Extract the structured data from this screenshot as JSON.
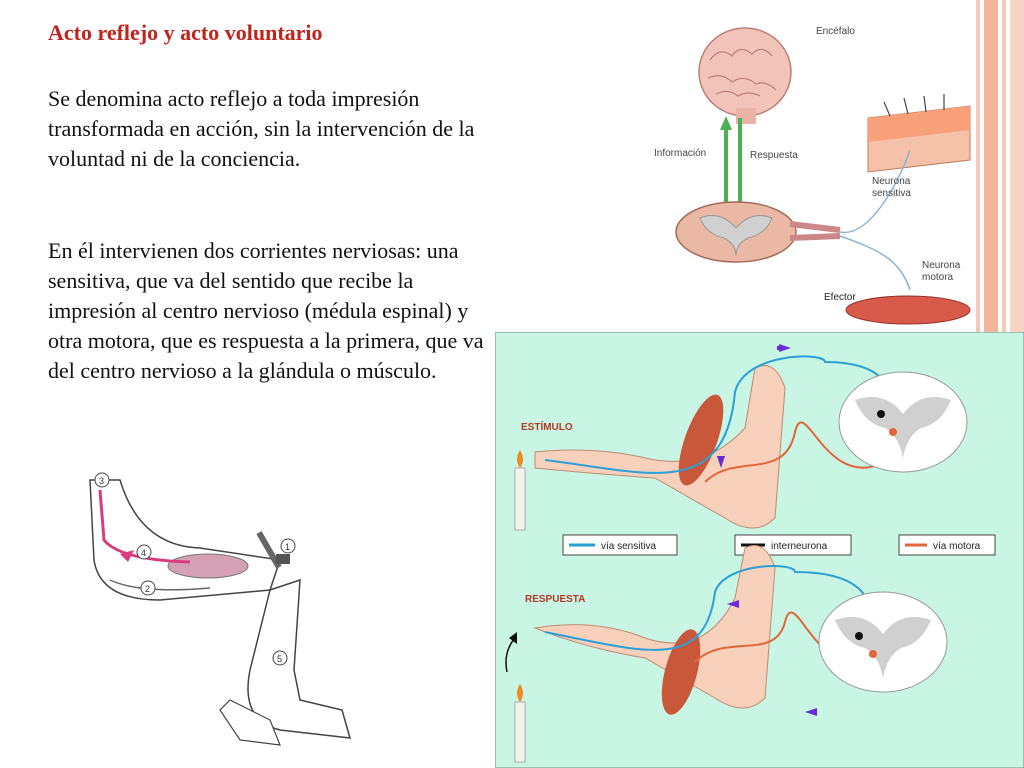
{
  "slide": {
    "title": "Acto reflejo y acto voluntario",
    "paragraph1": "Se denomina acto reflejo a toda impresión  transformada en acción, sin la intervención de la voluntad ni de la conciencia.",
    "paragraph2": "En él intervienen dos corrientes nerviosas: una sensitiva, que va del sentido que recibe la impresión al centro nervioso (médula espinal) y otra motora, que es respuesta a la primera, que va del centro nervioso a la glándula o músculo."
  },
  "reflex_arc_figure": {
    "encefalo": "Encéfalo",
    "informacion": "Información",
    "respuesta": "Respuesta",
    "neurona_sensitiva": [
      "Neurona",
      "sensitiva"
    ],
    "neurona_motora": [
      "Neurona",
      "motora"
    ],
    "efector": "Efector"
  },
  "arm_figure": {
    "estimulo": "ESTÍMULO",
    "respuesta": "RESPUESTA",
    "legend": {
      "sensitiva": "vía sensitiva",
      "interneurona": "interneurona",
      "motora": "vía motora"
    },
    "colors": {
      "sensitiva": "#2a9fd8",
      "interneurona": "#111111",
      "motora": "#e0673a",
      "background": "#c8f5e4"
    }
  },
  "leg_figure": {
    "markers": [
      "1",
      "2",
      "3",
      "4",
      "5"
    ]
  }
}
